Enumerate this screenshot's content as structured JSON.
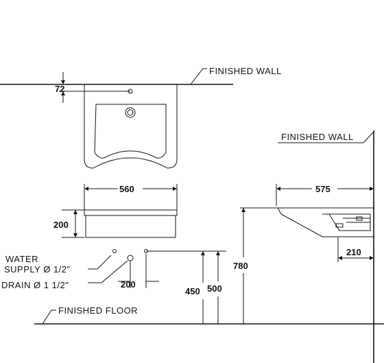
{
  "labels": {
    "finished_wall_top": "FINISHED  WALL",
    "finished_wall_side": "FINISHED  WALL",
    "finished_floor": "FINISHED  FLOOR",
    "water_supply_line1": "WATER",
    "water_supply_line2": "SUPPLY Ø 1/2\"",
    "drain": "DRAIN Ø 1 1/2\""
  },
  "dimensions": {
    "top_offset": "72",
    "front_width": "560",
    "front_height": "200",
    "side_depth": "575",
    "side_bracket": "210",
    "drain_offset": "200",
    "supply_height": "450",
    "drain_height": "500",
    "rim_height": "780"
  }
}
